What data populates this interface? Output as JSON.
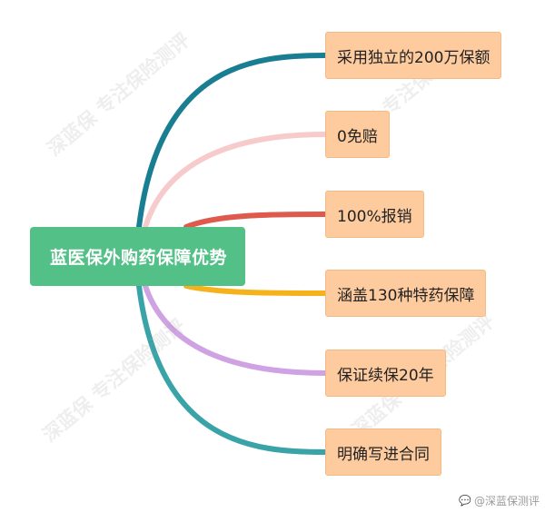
{
  "root": {
    "label": "蓝医保外购药保障优势"
  },
  "branches": [
    {
      "label": "采用独立的200万保额",
      "color": "#1a7e93"
    },
    {
      "label": "0免赔",
      "color": "#f7cbcb"
    },
    {
      "label": "100%报销",
      "color": "#de5a4c"
    },
    {
      "label": "涵盖130种特药保障",
      "color": "#f5b21b"
    },
    {
      "label": "保证续保20年",
      "color": "#cfa2e4"
    },
    {
      "label": "明确写进合同",
      "color": "#3aa3a8"
    }
  ],
  "watermark": {
    "text": "深蓝保 专注保险测评"
  },
  "credit": {
    "text": "@深蓝保测评"
  },
  "colors": {
    "root_bg": "#53c187",
    "leaf_bg": "#fecb9e"
  }
}
